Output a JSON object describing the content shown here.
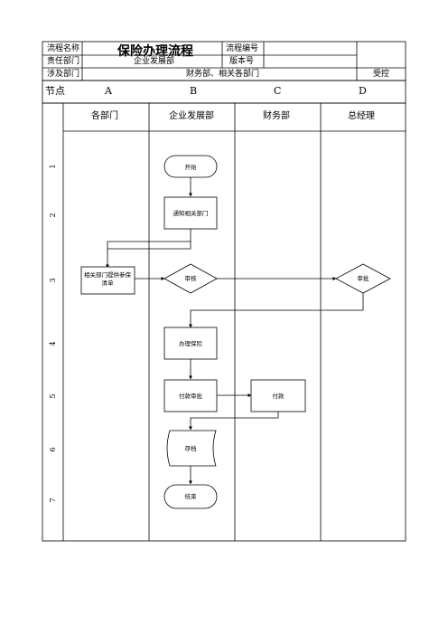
{
  "header": {
    "process_name_label": "流程名称",
    "process_name": "保险办理流程",
    "process_no_label": "流程编号",
    "process_no": "",
    "owner_dept_label": "责任部门",
    "owner_dept": "企业发展部",
    "version_label": "版本号",
    "version": "",
    "involved_dept_label": "涉及部门",
    "involved_dept": "财务部、相关各部门",
    "control": "受控"
  },
  "node_row": {
    "label": "节点",
    "cols": [
      "A",
      "B",
      "C",
      "D"
    ]
  },
  "lanes": [
    "各部门",
    "企业发展部",
    "财务部",
    "总经理"
  ],
  "steps": [
    "1",
    "2",
    "3",
    "4",
    "5",
    "6",
    "7"
  ],
  "shapes": {
    "start": "开始",
    "notify": "通知相关部门",
    "provide_list": [
      "相关部门提供参保",
      "清单"
    ],
    "review": "审核",
    "approve": "审批",
    "handle": "办理保险",
    "payment_approval": "付款审批",
    "payment": "付款",
    "archive": "存档",
    "end": "结束"
  }
}
